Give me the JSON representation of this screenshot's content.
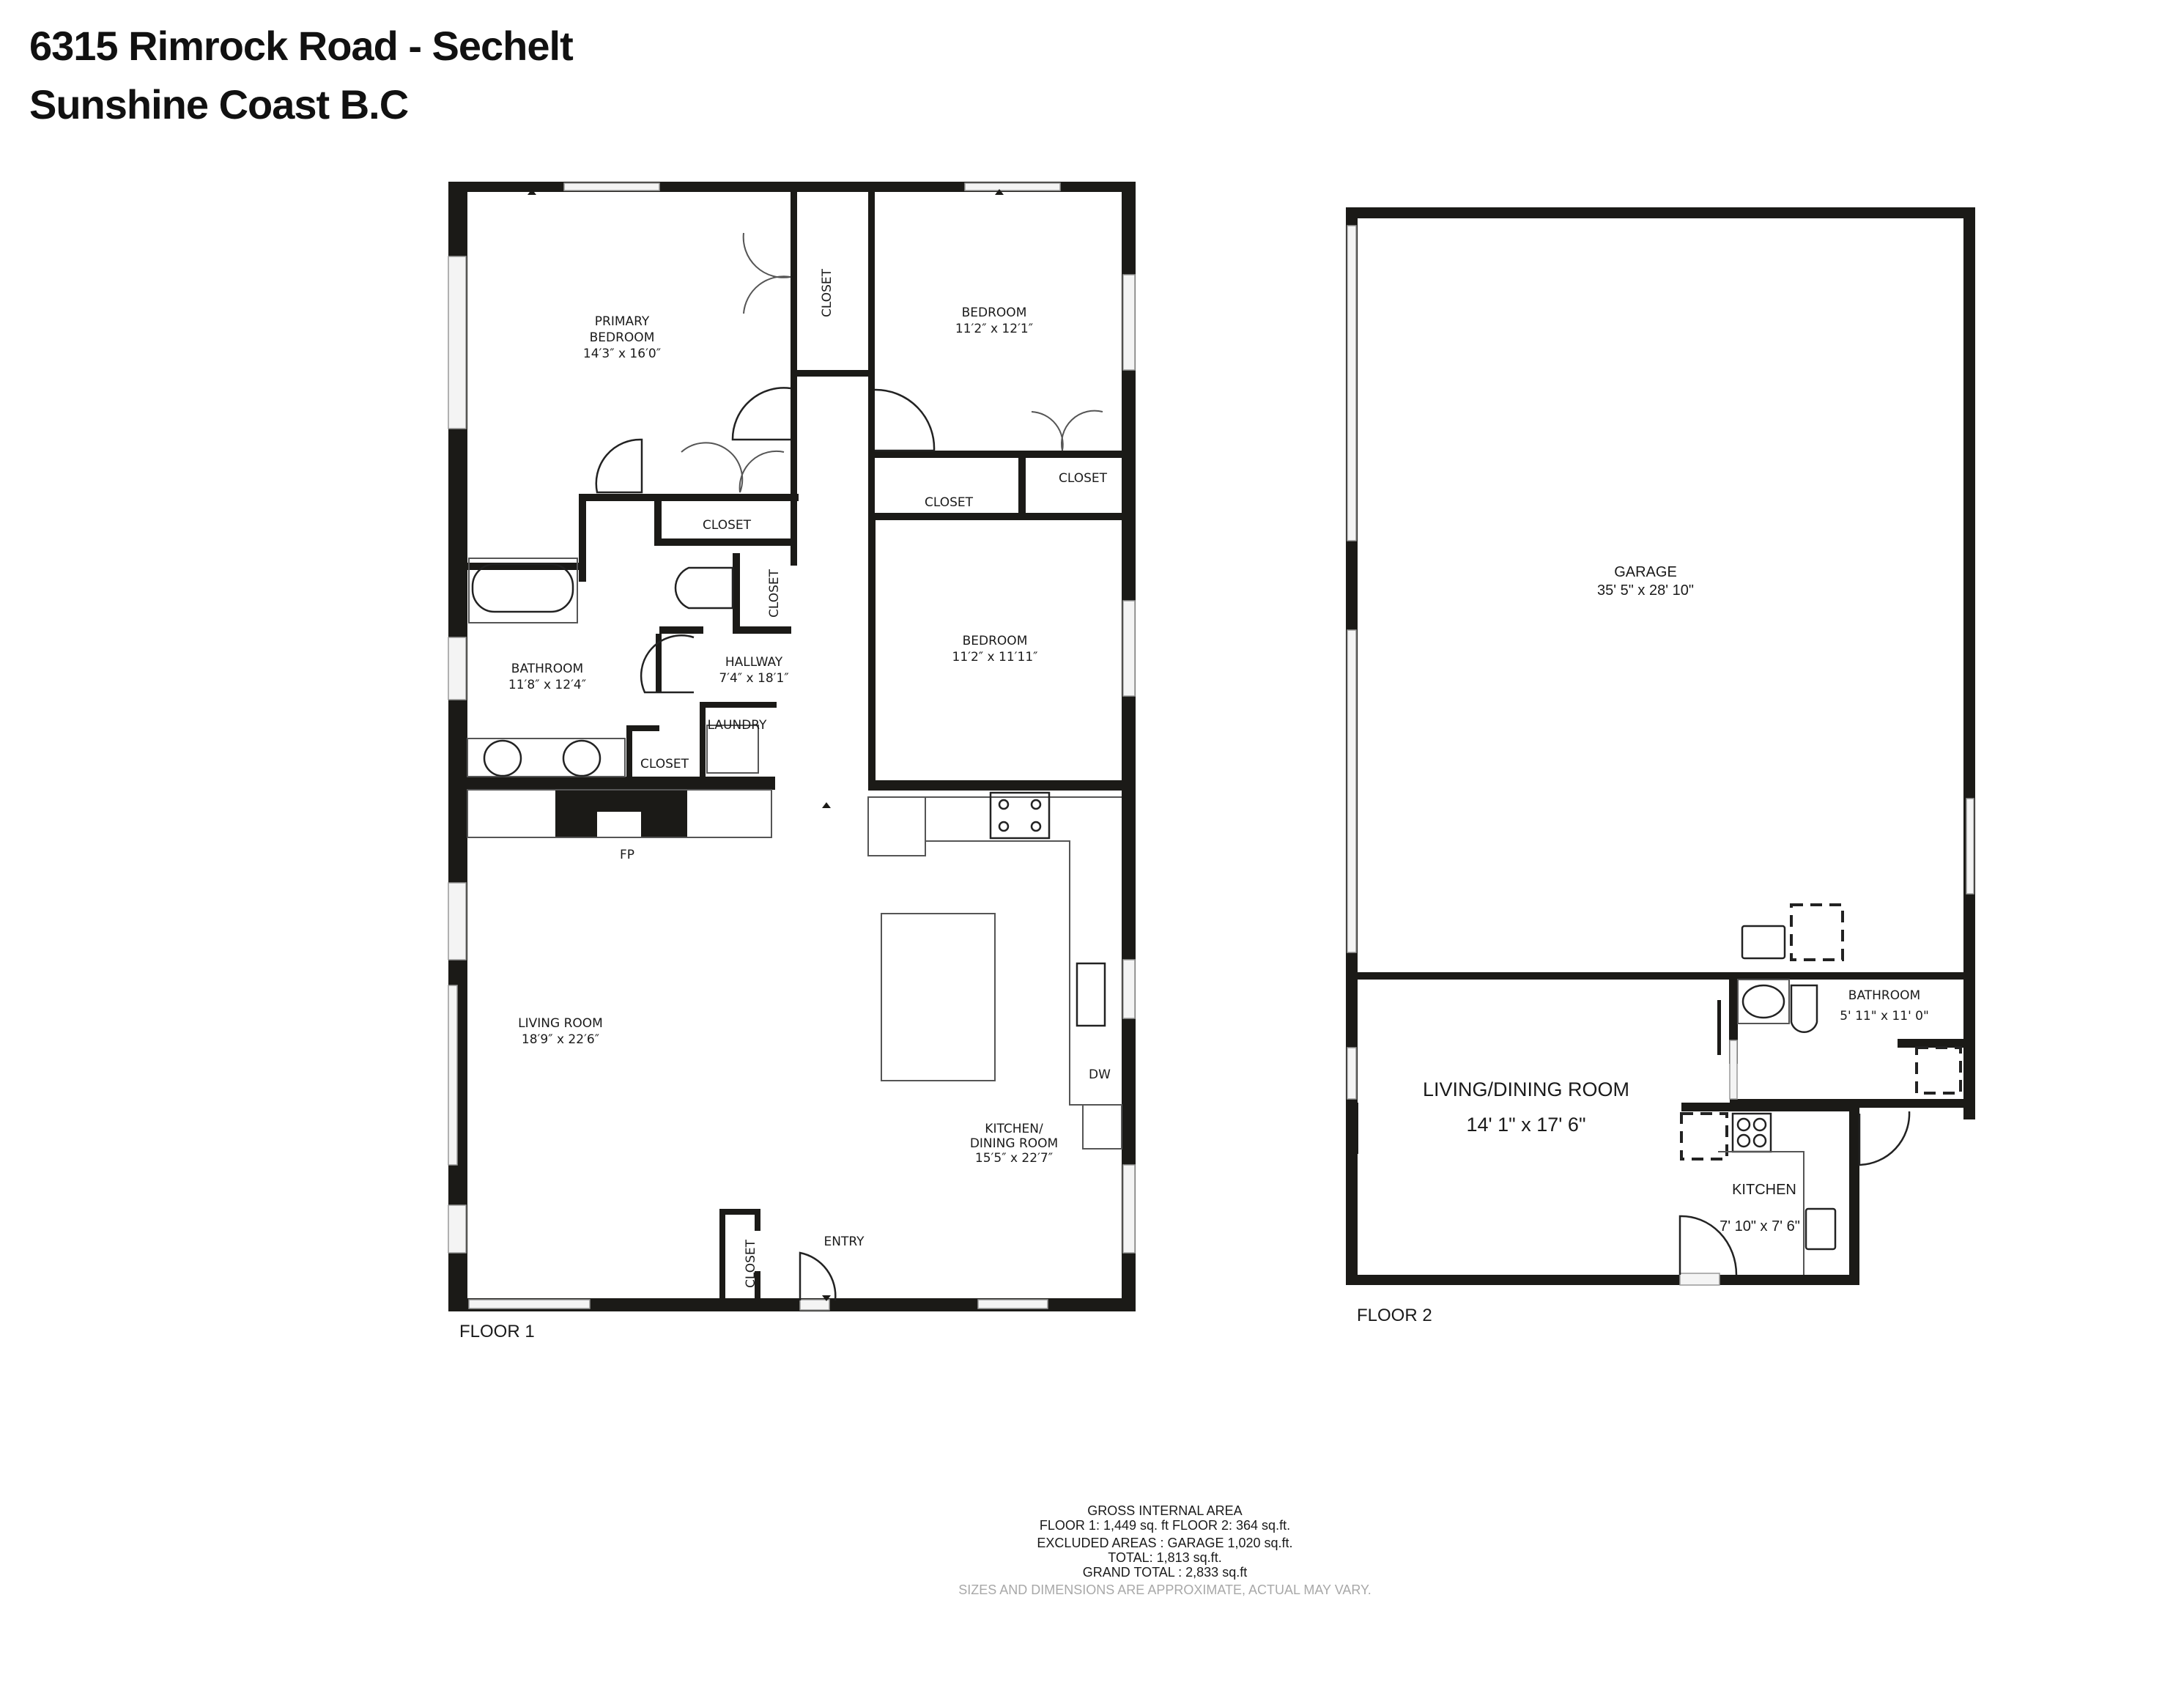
{
  "header": {
    "address_line": "6315 Rimrock Road -  Sechelt",
    "region_line": "Sunshine Coast B.C"
  },
  "floor1": {
    "label": "FLOOR 1",
    "rooms": [
      {
        "name": "PRIMARY",
        "name2": "BEDROOM",
        "dims": "14′3″ x 16′0″"
      },
      {
        "name": "BEDROOM",
        "dims": "11′2″ x 12′1″"
      },
      {
        "name": "BEDROOM",
        "dims": "11′2″ x 11′11″"
      },
      {
        "name": "BATHROOM",
        "dims": "11′8″ x 12′4″"
      },
      {
        "name": "HALLWAY",
        "dims": "7′4″ x 18′1″"
      },
      {
        "name": "LIVING ROOM",
        "dims": "18′9″ x 22′6″"
      },
      {
        "name": "KITCHEN/",
        "name2": "DINING ROOM",
        "dims": "15′5″ x 22′7″"
      }
    ],
    "closets": [
      "CLOSET",
      "CLOSET",
      "CLOSET",
      "CLOSET",
      "CLOSET",
      "CLOSET",
      "CLOSET"
    ],
    "laundry": "LAUNDRY",
    "fireplace": "FP",
    "dishwasher": "DW",
    "entry": "ENTRY"
  },
  "floor2": {
    "label": "FLOOR 2",
    "rooms": [
      {
        "name": "GARAGE",
        "dims": "35' 5\" x 28' 10\""
      },
      {
        "name": "BATHROOM",
        "dims": "5' 11\" x 11' 0\""
      },
      {
        "name": "LIVING/DINING ROOM",
        "dims": "14' 1\" x 17' 6\""
      },
      {
        "name": "KITCHEN",
        "dims": "7' 10\" x 7' 6\""
      }
    ]
  },
  "area_summary": {
    "heading": "GROSS INTERNAL AREA",
    "floors_line": "FLOOR 1: 1,449 sq. ft FLOOR 2: 364 sq.ft.",
    "excluded_line": "EXCLUDED AREAS :  GARAGE 1,020 sq.ft.",
    "total_line": "TOTAL: 1,813 sq.ft.",
    "grand_total_line": "GRAND TOTAL : 2,833 sq.ft",
    "disclaimer": "SIZES AND DIMENSIONS ARE APPROXIMATE, ACTUAL MAY VARY."
  }
}
